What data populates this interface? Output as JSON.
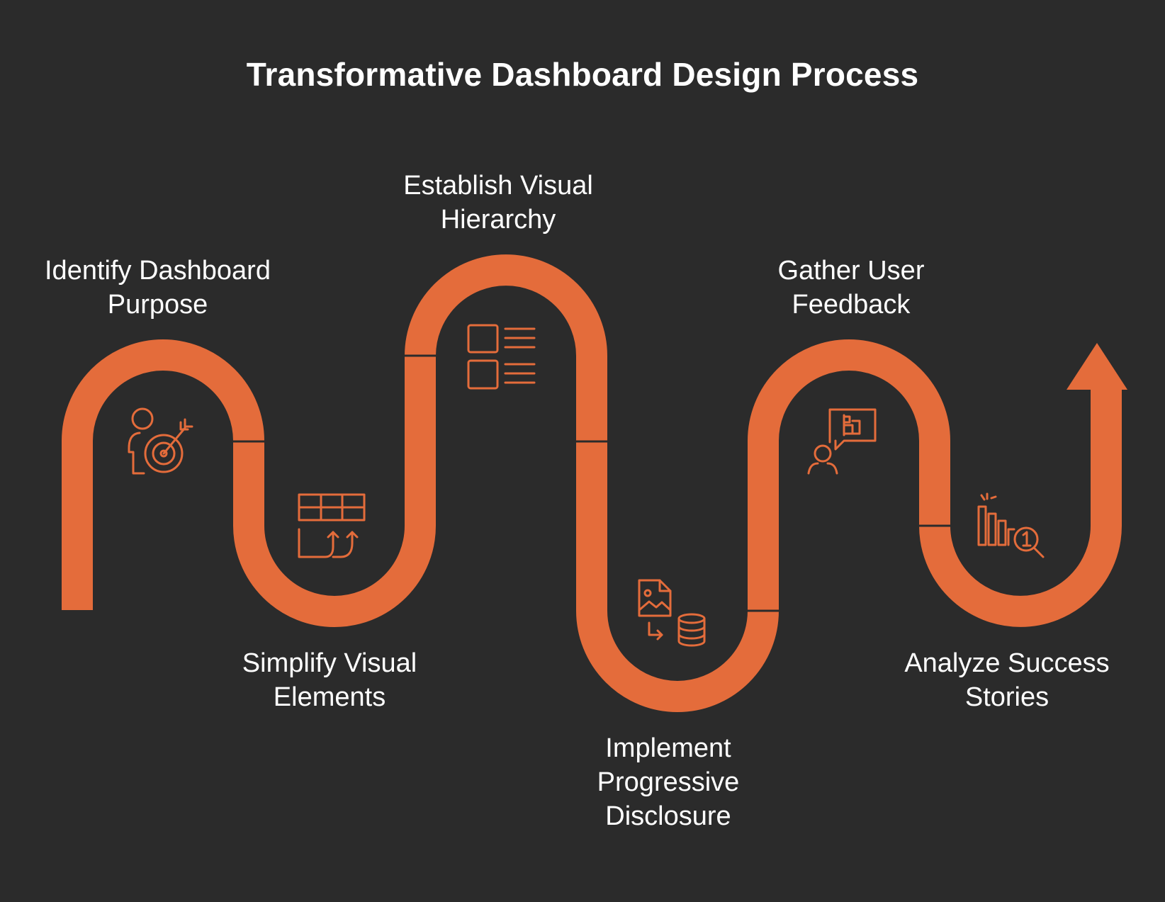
{
  "title": "Transformative Dashboard Design Process",
  "colors": {
    "background": "#2b2b2b",
    "path": "#e46c3b",
    "text": "#ffffff"
  },
  "steps": [
    {
      "lines": [
        "Identify Dashboard",
        "Purpose"
      ],
      "icon": "person-target-icon"
    },
    {
      "lines": [
        "Simplify Visual",
        "Elements"
      ],
      "icon": "grid-arrows-icon"
    },
    {
      "lines": [
        "Establish Visual",
        "Hierarchy"
      ],
      "icon": "list-boxes-icon"
    },
    {
      "lines": [
        "Implement",
        "Progressive",
        "Disclosure"
      ],
      "icon": "image-database-icon"
    },
    {
      "lines": [
        "Gather User",
        "Feedback"
      ],
      "icon": "user-chat-icon"
    },
    {
      "lines": [
        "Analyze Success",
        "Stories"
      ],
      "icon": "chart-search-icon"
    }
  ]
}
